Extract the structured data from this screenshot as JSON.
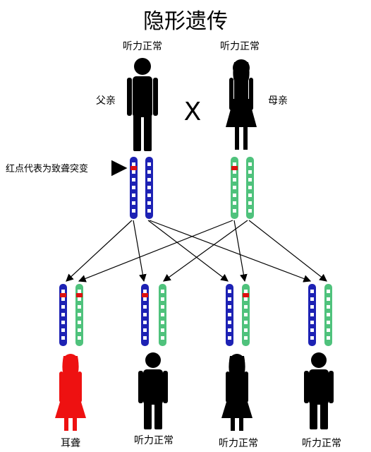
{
  "title": "隐形遗传",
  "parents": {
    "father": {
      "status": "听力正常",
      "role": "父亲"
    },
    "mother": {
      "status": "听力正常",
      "role": "母亲"
    },
    "cross_symbol": "X"
  },
  "annotation": "红点代表为致聋突变",
  "children": [
    {
      "status": "耳聋",
      "sex": "female",
      "affected": true
    },
    {
      "status": "听力正常",
      "sex": "male",
      "affected": false
    },
    {
      "status": "听力正常",
      "sex": "female",
      "affected": false
    },
    {
      "status": "听力正常",
      "sex": "male",
      "affected": false
    }
  ],
  "colors": {
    "paternal_chromosome": "#1d22b4",
    "maternal_chromosome": "#4fc27c",
    "mutation": "#dd1111",
    "affected": "#ee1111",
    "normal": "#000000"
  }
}
